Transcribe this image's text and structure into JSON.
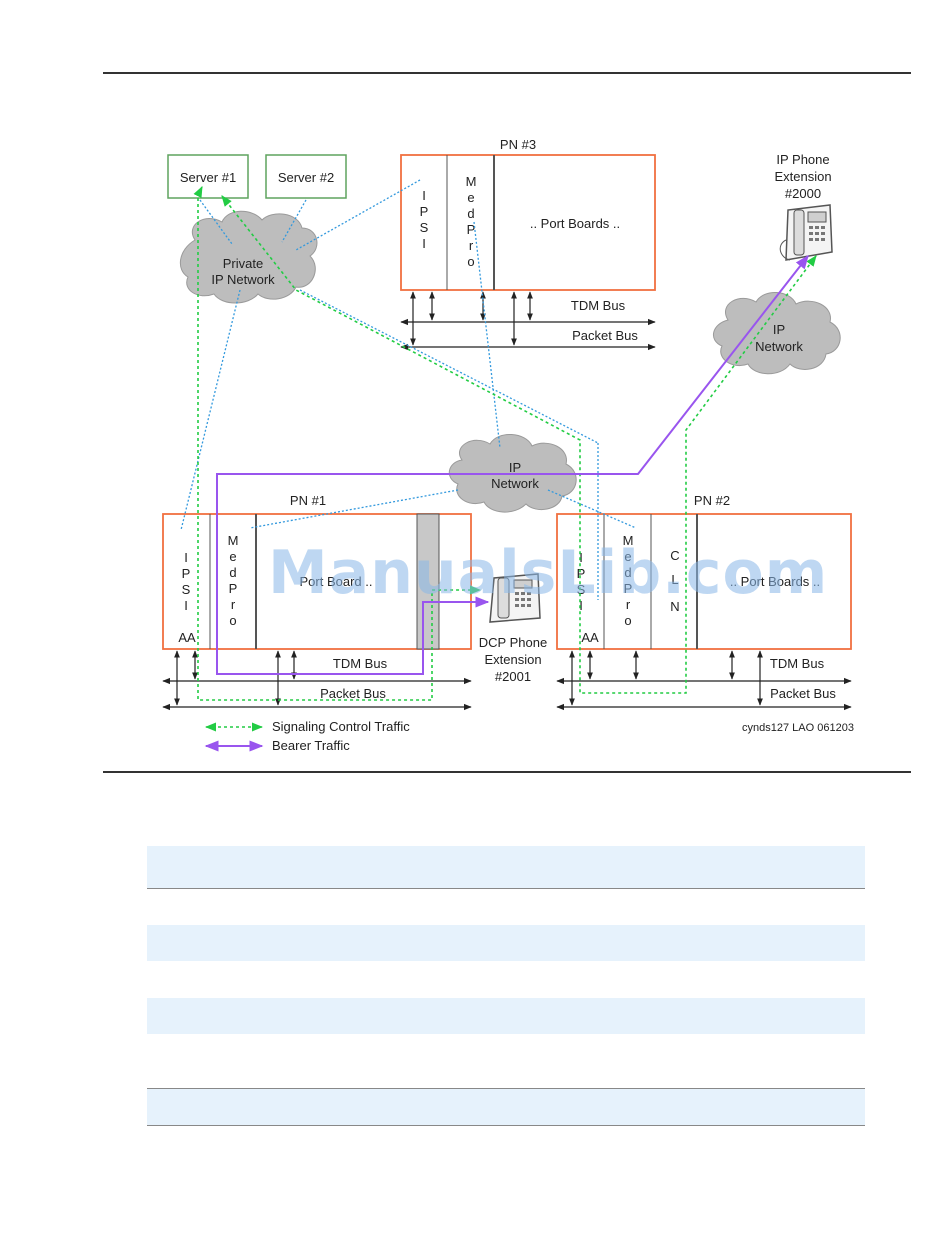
{
  "diagram": {
    "servers": [
      "Server #1",
      "Server #2"
    ],
    "private_network": [
      "Private",
      "IP Network"
    ],
    "pn3": {
      "label": "PN #3",
      "ipsi": [
        "I",
        "P",
        "S",
        "I"
      ],
      "medpro": [
        "M",
        "e",
        "d",
        "P",
        "r",
        "o"
      ],
      "port_boards": ".. Port Boards ..",
      "tdm_bus": "TDM Bus",
      "packet_bus": "Packet Bus"
    },
    "ip_phone": {
      "lines": [
        "IP Phone",
        "Extension",
        "#2000"
      ]
    },
    "ip_network_right": [
      "IP",
      "Network"
    ],
    "ip_network_center": [
      "IP",
      "Network"
    ],
    "pn1": {
      "label": "PN #1",
      "ipsi": [
        "I",
        "P",
        "S",
        "I"
      ],
      "aa": "AA",
      "medpro": [
        "M",
        "e",
        "d",
        "P",
        "r",
        "o"
      ],
      "port_boards": "Port Board ..",
      "tdm_bus": "TDM Bus",
      "packet_bus": "Packet Bus"
    },
    "pn2": {
      "label": "PN #2",
      "ipsi": [
        "I",
        "P",
        "S",
        "I"
      ],
      "aa": "AA",
      "medpro": [
        "M",
        "e",
        "d",
        "P",
        "r",
        "o"
      ],
      "cln": [
        "C",
        "L",
        "N"
      ],
      "port_boards": ".. Port Boards ..",
      "tdm_bus": "TDM Bus",
      "packet_bus": "Packet Bus"
    },
    "dcp_phone": {
      "lines": [
        "DCP Phone",
        "Extension",
        "#2001"
      ]
    },
    "legend": {
      "signaling": "Signaling Control Traffic",
      "bearer": "Bearer Traffic"
    },
    "figure_id": "cynds127 LAO 061203",
    "watermark": "ManualsLib.com",
    "colors": {
      "box_border": "#f07040",
      "signaling": "#22cc44",
      "bearer": "#9955ee",
      "ip_link": "#3399dd",
      "cloud": "#bdbdbd"
    }
  }
}
